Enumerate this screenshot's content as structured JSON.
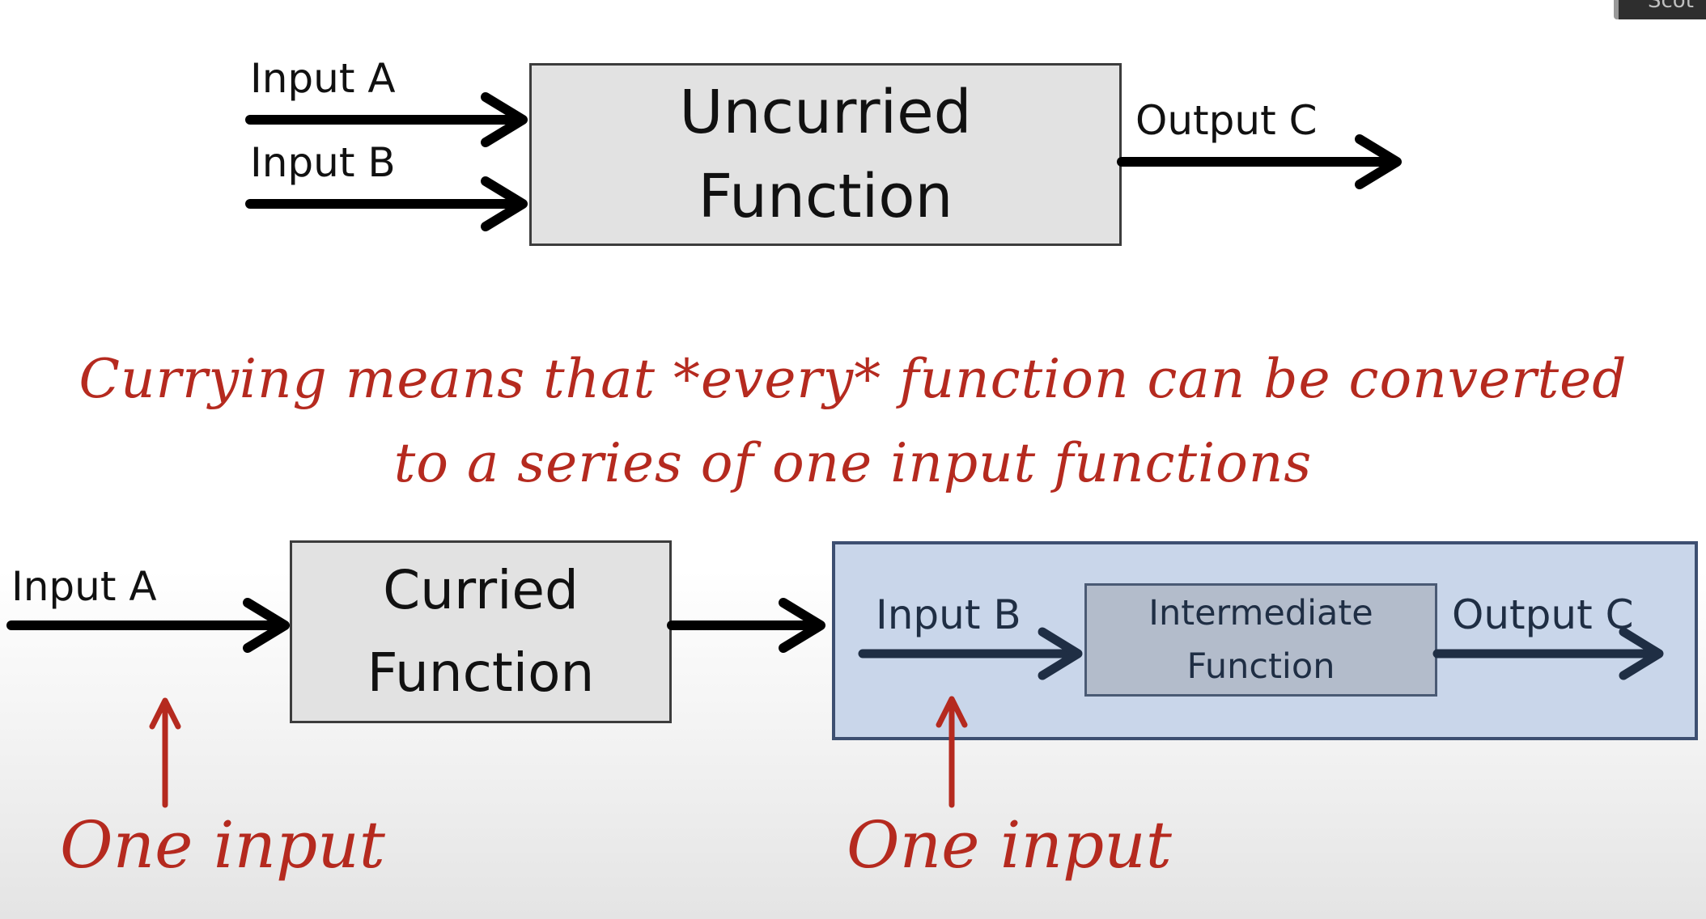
{
  "uncurried": {
    "input_a": "Input A",
    "input_b": "Input B",
    "box_line1": "Uncurried",
    "box_line2": "Function",
    "output": "Output C"
  },
  "note": {
    "line1": "Currying means that *every* function can be converted",
    "line2": "to a series of one input functions",
    "color": "#b52a1f"
  },
  "curried": {
    "input_a": "Input A",
    "box_line1": "Curried",
    "box_line2": "Function",
    "panel": {
      "input_b": "Input B",
      "inner_line1": "Intermediate",
      "inner_line2": "Function",
      "output": "Output C"
    },
    "annotation_left": "One input",
    "annotation_right": "One input"
  },
  "colors": {
    "box_fill": "#e2e2e2",
    "panel_fill": "#c9d6ea",
    "panel_border": "#3d4f71",
    "arrow": "#000000",
    "arrow_dark": "#1f2e44"
  }
}
